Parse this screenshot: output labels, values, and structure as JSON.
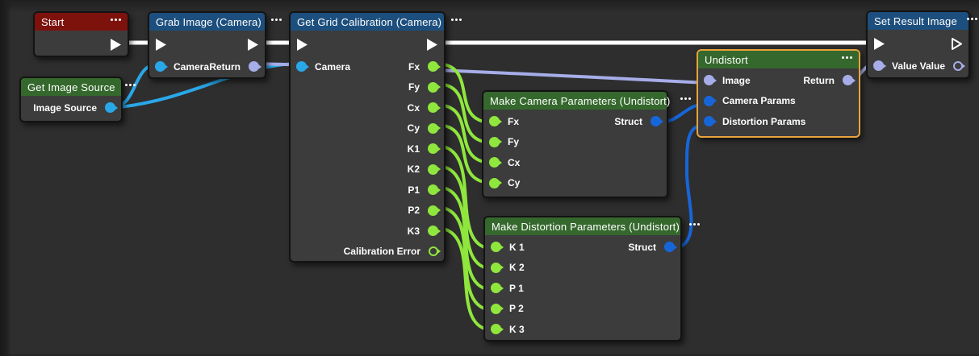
{
  "editor": {
    "background": "#2e2e2e",
    "selection_color": "#e7a43a",
    "exec_wire_color": "#ffffff",
    "port_colors": {
      "image_source": "#29a8e9",
      "image": "#a6ade8",
      "number": "#8fe73d",
      "struct": "#1766d9"
    },
    "header_colors": {
      "start": "#7d120d",
      "camera": "#1d4f7e",
      "utility": "#35682d"
    }
  },
  "nodes": {
    "start": {
      "title": "Start"
    },
    "grab_image": {
      "title": "Grab Image (Camera)",
      "input_camera": "Camera",
      "output_return": "Return"
    },
    "get_image_source": {
      "title": "Get Image Source",
      "output_image_source": "Image Source"
    },
    "get_grid_calibration": {
      "title": "Get Grid Calibration (Camera)",
      "input_camera": "Camera",
      "outputs": [
        "Fx",
        "Fy",
        "Cx",
        "Cy",
        "K1",
        "K2",
        "P1",
        "P2",
        "K3"
      ],
      "output_error": "Calibration Error"
    },
    "make_camera_parameters": {
      "title": "Make Camera Parameters (Undistort)",
      "inputs": [
        "Fx",
        "Fy",
        "Cx",
        "Cy"
      ],
      "output_struct": "Struct"
    },
    "make_distortion_parameters": {
      "title": "Make Distortion Parameters (Undistort)",
      "inputs": [
        "K 1",
        "K 2",
        "P 1",
        "P 2",
        "K 3"
      ],
      "output_struct": "Struct"
    },
    "undistort": {
      "title": "Undistort",
      "input_image": "Image",
      "input_camera_params": "Camera Params",
      "input_distortion_params": "Distortion Params",
      "output_return": "Return"
    },
    "set_result_image": {
      "title": "Set Result Image",
      "input_value": "Value",
      "output_value": "Value"
    }
  }
}
